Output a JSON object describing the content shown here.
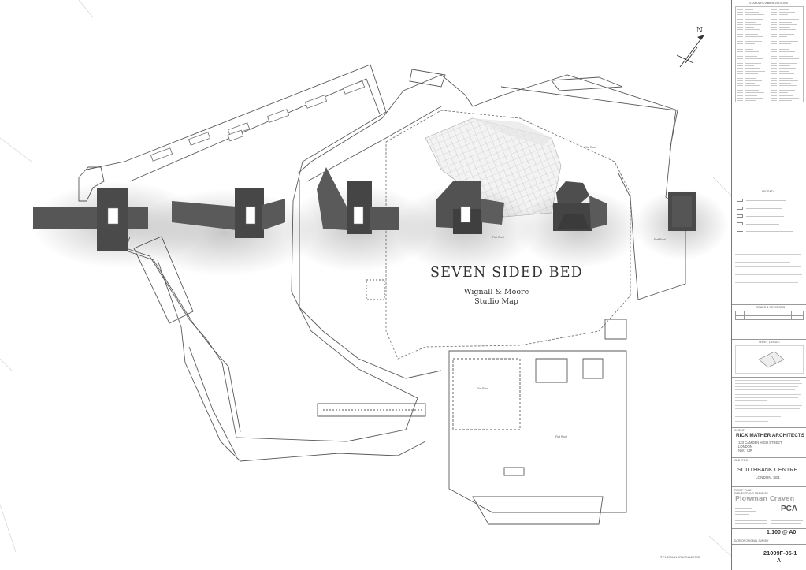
{
  "map": {
    "title": "SEVEN SIDED BED",
    "subtitle_line1": "Wignall & Moore",
    "subtitle_line2": "Studio Map",
    "roof_labels": [
      "Flat Roof",
      "Flat Roof",
      "Flat Roof",
      "Flat Roof",
      "Flat Roof"
    ],
    "north_label": "N"
  },
  "titleblock": {
    "abbreviations_heading": "STANDARD ABBREVIATIONS",
    "legend_heading": "LEGEND",
    "issues_heading": "ISSUES & REVISIONS",
    "sheet_layout_heading": "SHEET LAYOUT",
    "client_label": "CLIENT",
    "client_name": "RICK MATHER ARCHITECTS",
    "client_address": [
      "123 CAMDEN HIGH STREET",
      "LONDON",
      "NW1 7JR"
    ],
    "job_title_label": "JOB TITLE",
    "job_title": "SOUTHBANK CENTRE",
    "job_location": "LONDON, SE1",
    "drawing_title": "ROOF PLAN",
    "surveyed_label": "SURVEYED AND DRAWN BY",
    "surveyor_name": "Plowman Craven",
    "surveyor_logo": "PCA",
    "scale": "1:100 @ A0",
    "date_label": "DATE OF ORIGINAL SURVEY",
    "drawing_number": "21009F-05-1",
    "revision": "A",
    "copyright": "© PLOWMAN CRAVEN LIMITED"
  },
  "colors": {
    "line": "#555555",
    "light_line": "#9a9a9a",
    "block": "#555555",
    "block_dark": "#3a3a3a",
    "grid": "#c8c8c8"
  }
}
